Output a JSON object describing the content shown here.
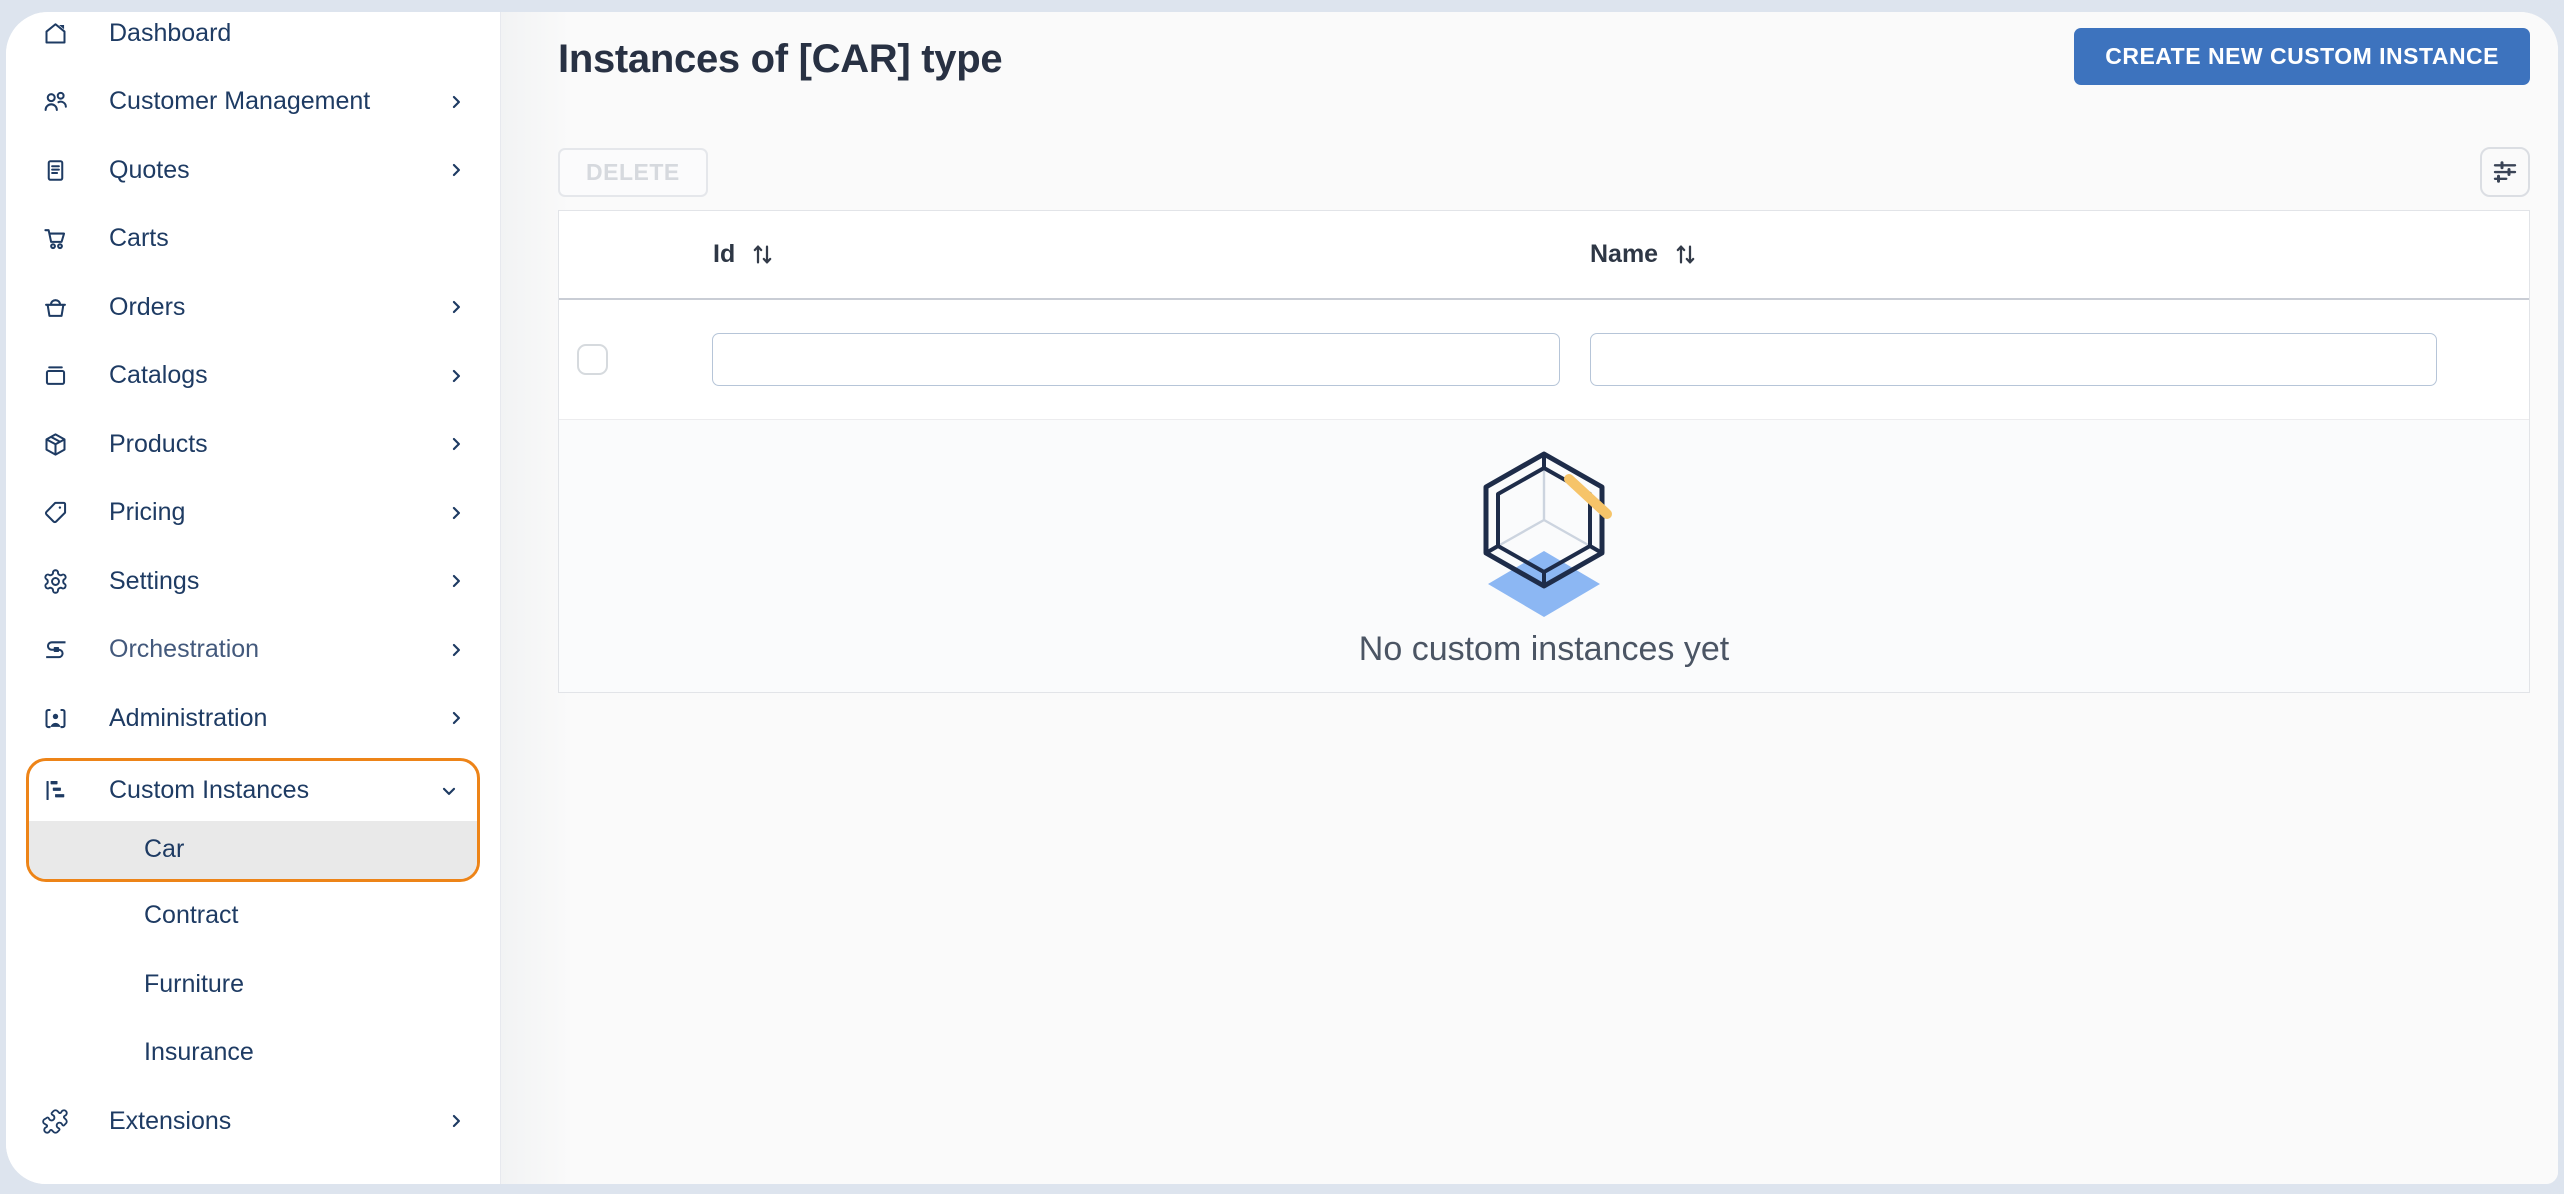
{
  "sidebar": {
    "items": [
      {
        "label": "Dashboard",
        "icon": "home-icon",
        "expandable": false
      },
      {
        "label": "Customer Management",
        "icon": "customers-icon",
        "expandable": true
      },
      {
        "label": "Quotes",
        "icon": "quotes-icon",
        "expandable": true
      },
      {
        "label": "Carts",
        "icon": "cart-icon",
        "expandable": false
      },
      {
        "label": "Orders",
        "icon": "orders-icon",
        "expandable": true
      },
      {
        "label": "Catalogs",
        "icon": "catalogs-icon",
        "expandable": true
      },
      {
        "label": "Products",
        "icon": "products-icon",
        "expandable": true
      },
      {
        "label": "Pricing",
        "icon": "pricing-icon",
        "expandable": true
      },
      {
        "label": "Settings",
        "icon": "settings-icon",
        "expandable": true
      },
      {
        "label": "Orchestration",
        "icon": "orchestration-icon",
        "expandable": true
      },
      {
        "label": "Administration",
        "icon": "administration-icon",
        "expandable": true
      }
    ],
    "custom_instances": {
      "label": "Custom Instances",
      "icon": "custom-instances-icon",
      "expanded": true,
      "highlighted": true
    },
    "custom_children": [
      {
        "label": "Car",
        "selected": true
      },
      {
        "label": "Contract",
        "selected": false
      },
      {
        "label": "Furniture",
        "selected": false
      },
      {
        "label": "Insurance",
        "selected": false
      }
    ],
    "extensions": {
      "label": "Extensions",
      "icon": "extensions-icon",
      "expandable": true
    }
  },
  "page": {
    "title": "Instances of [CAR] type"
  },
  "toolbar": {
    "create_label": "CREATE NEW CUSTOM INSTANCE",
    "delete_label": "DELETE",
    "delete_enabled": false
  },
  "table": {
    "columns": [
      {
        "label": "Id",
        "sortable": true
      },
      {
        "label": "Name",
        "sortable": true
      }
    ],
    "filters": {
      "id_value": "",
      "name_value": ""
    },
    "row_checkbox_checked": false,
    "empty_message": "No custom instances yet"
  },
  "colors": {
    "accent_blue": "#3d73be",
    "navy_text": "#1e3b63",
    "highlight_orange": "#ed8418",
    "selected_row_gray": "#e9e9e9",
    "frame_background": "#dde4ee",
    "cube_blue": "#8cb7f3",
    "cube_yellow": "#f6c469"
  }
}
